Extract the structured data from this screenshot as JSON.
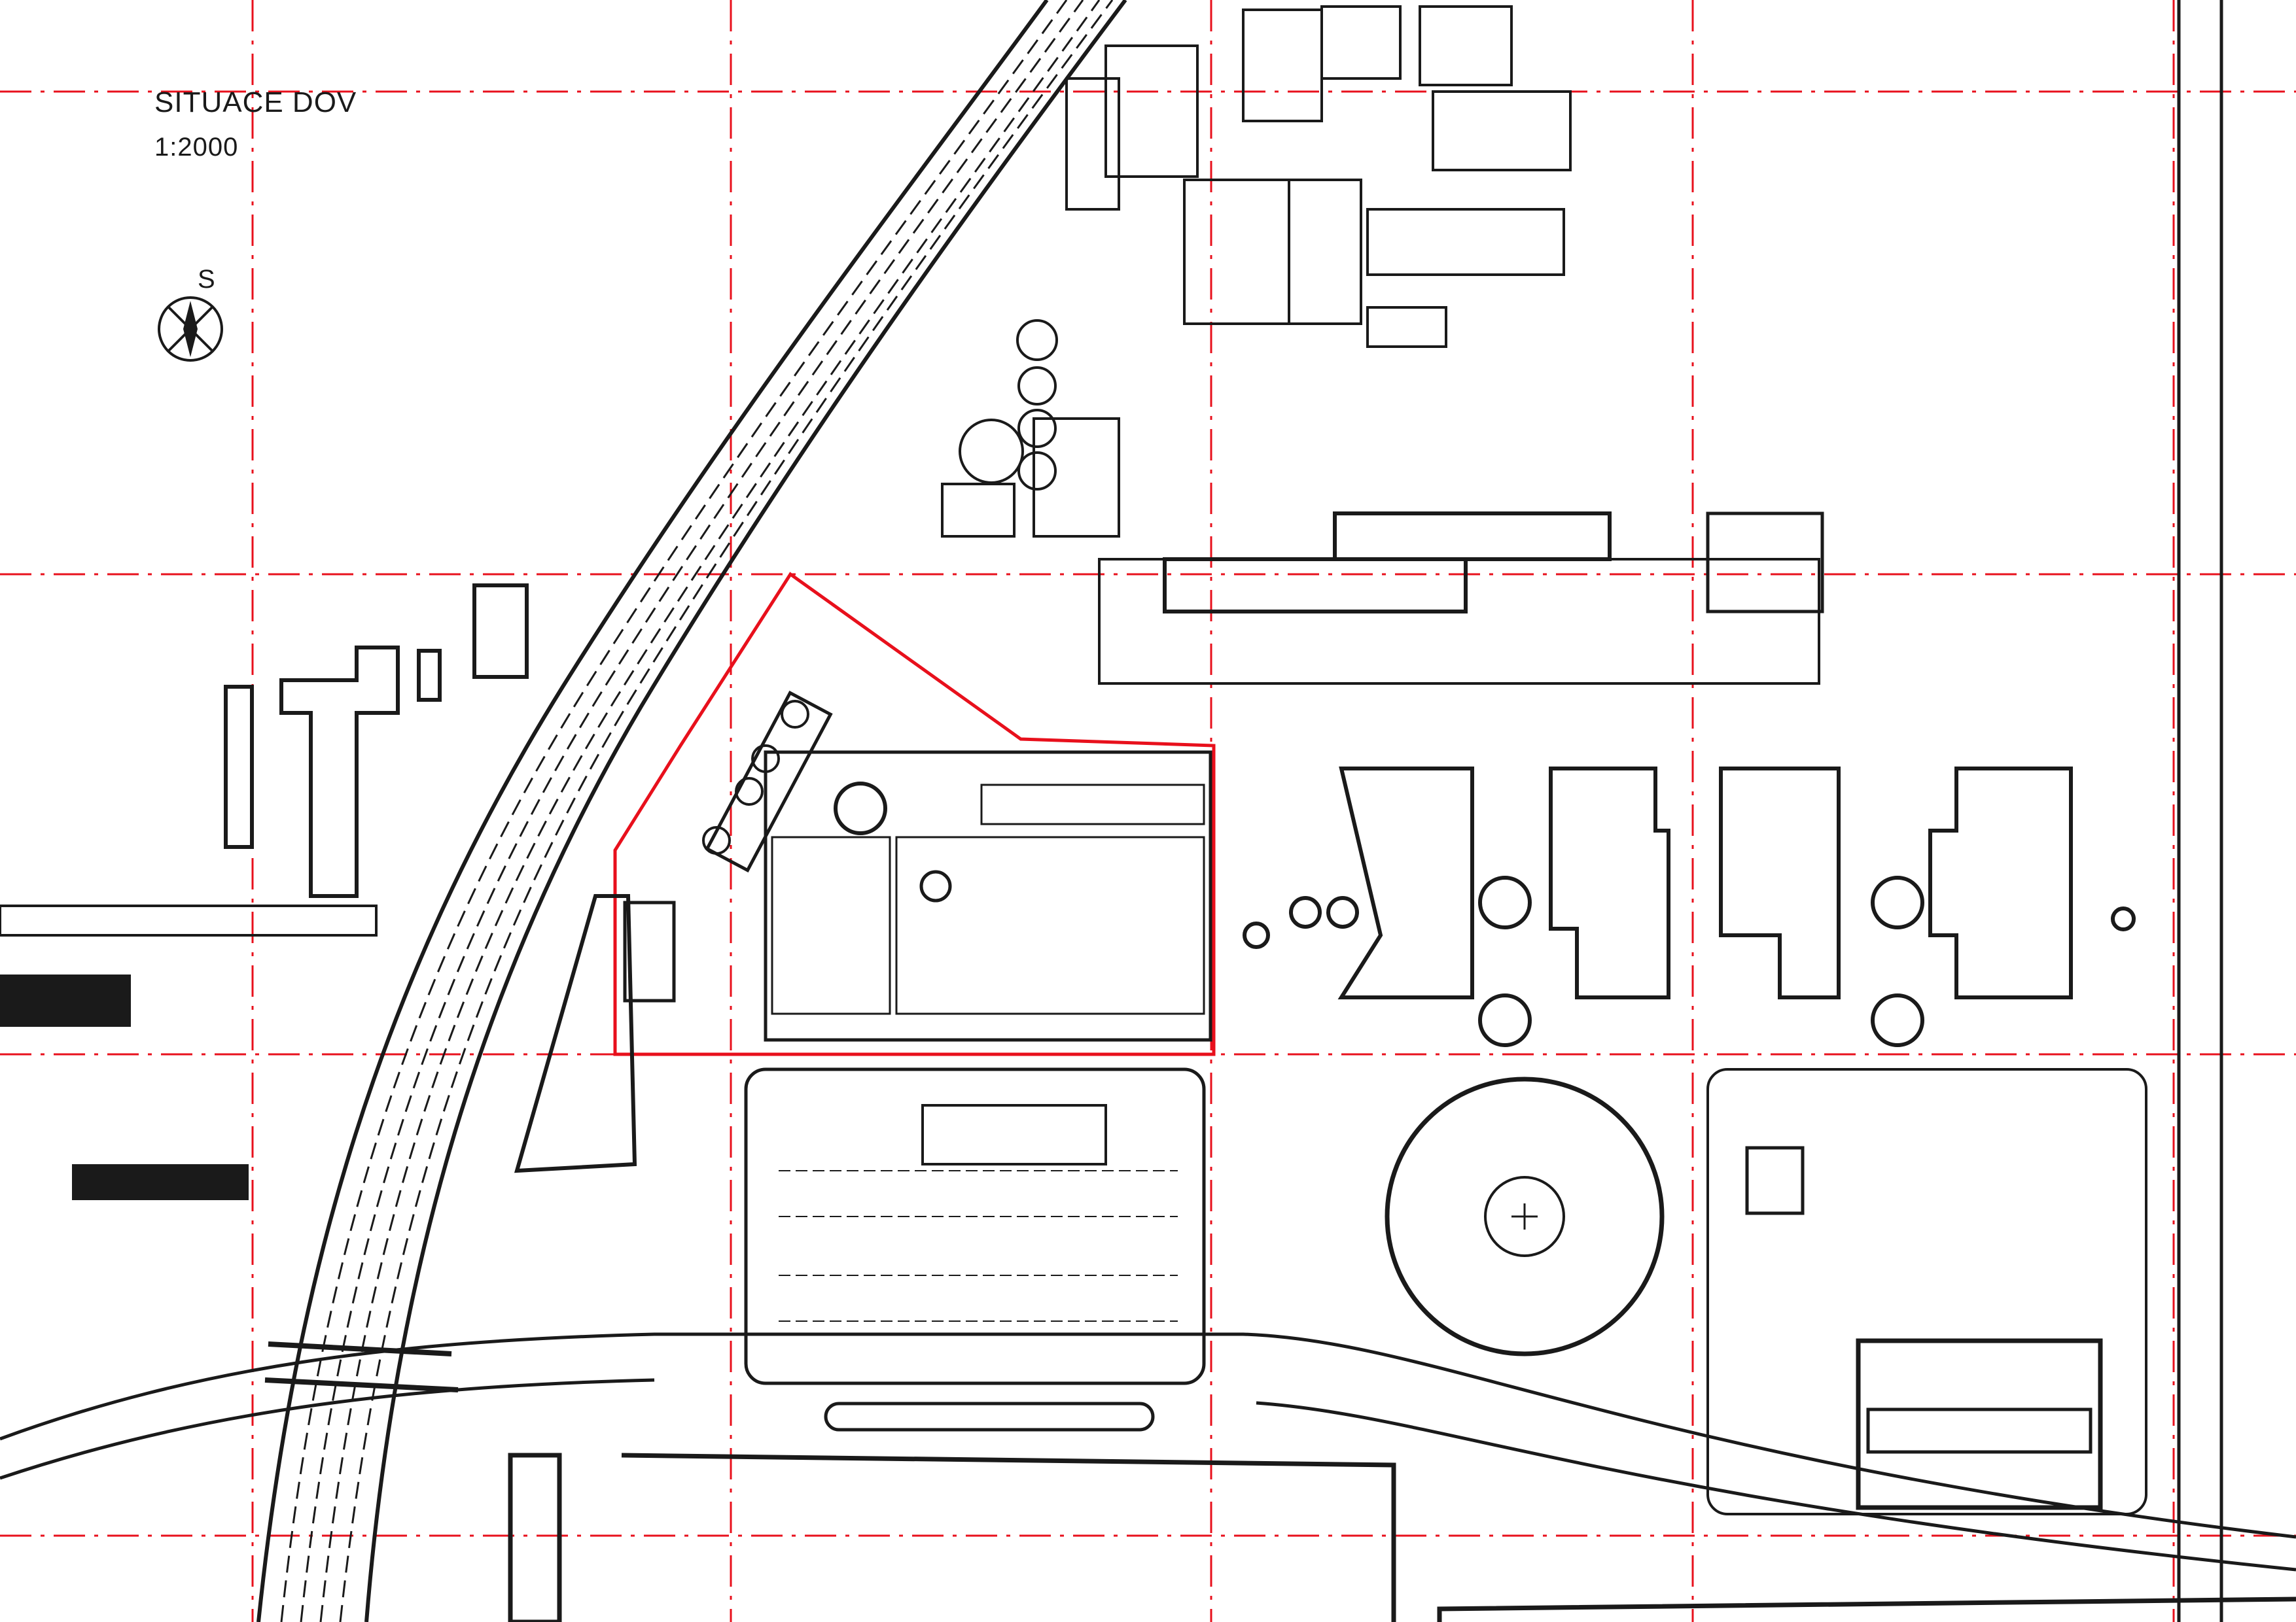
{
  "header": {
    "title": "SITUACE DOV",
    "scale": "1:2000"
  },
  "north_arrow": {
    "label": "S",
    "icon": "north-arrow-icon"
  },
  "colors": {
    "grid": "#e8101c",
    "site_boundary": "#e8101c",
    "linework": "#1a1a1a",
    "fine_linework": "#777777",
    "background": "#ffffff"
  },
  "legend_style": {
    "grid": "red dash-dot reference grid",
    "site_boundary": "red outline of project site",
    "rail": "dashed railway tracks"
  }
}
